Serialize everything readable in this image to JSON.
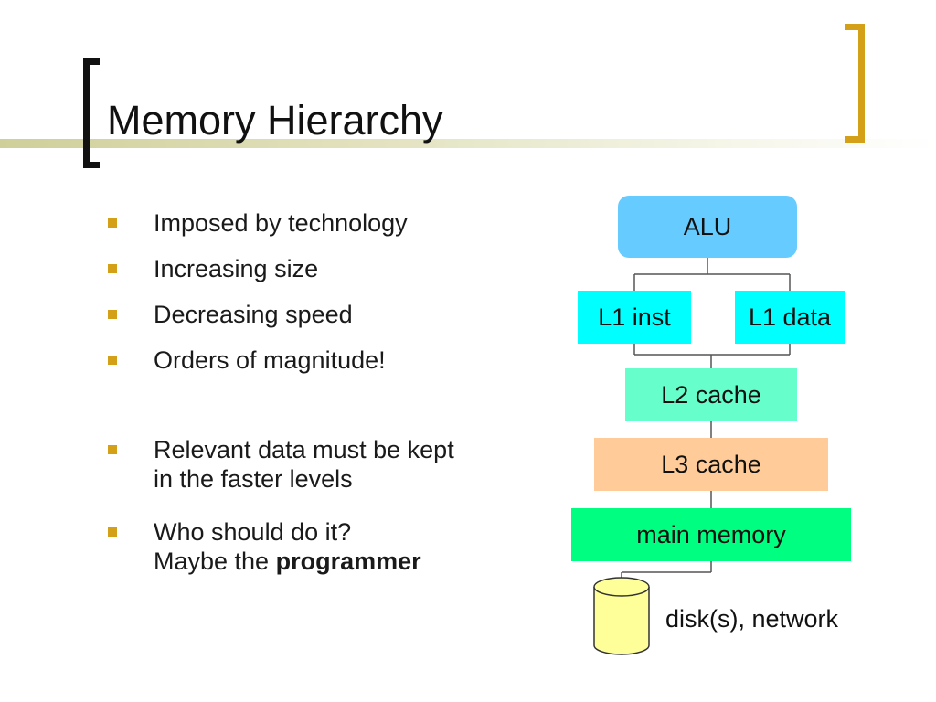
{
  "slide": {
    "title": "Memory Hierarchy",
    "bullets_group1": [
      "Imposed by technology",
      "Increasing size",
      "Decreasing speed",
      "Orders of magnitude!"
    ],
    "bullets_group2": [
      {
        "line1": "Relevant data must be kept",
        "line2": "in the faster levels"
      },
      {
        "line1": "Who should do it?",
        "line2_prefix": "Maybe the ",
        "line2_bold": "programmer"
      }
    ]
  },
  "diagram": {
    "alu": "ALU",
    "l1_inst": "L1 inst",
    "l1_data": "L1 data",
    "l2": "L2 cache",
    "l3": "L3 cache",
    "main_memory": "main memory",
    "disk_label": "disk(s), network"
  },
  "colors": {
    "accent": "#d4a017",
    "alu": "#66ccff",
    "l1": "#00ffff",
    "l2": "#66ffcc",
    "l3": "#ffcc99",
    "main_memory": "#00ff80",
    "disk": "#ffff99"
  }
}
